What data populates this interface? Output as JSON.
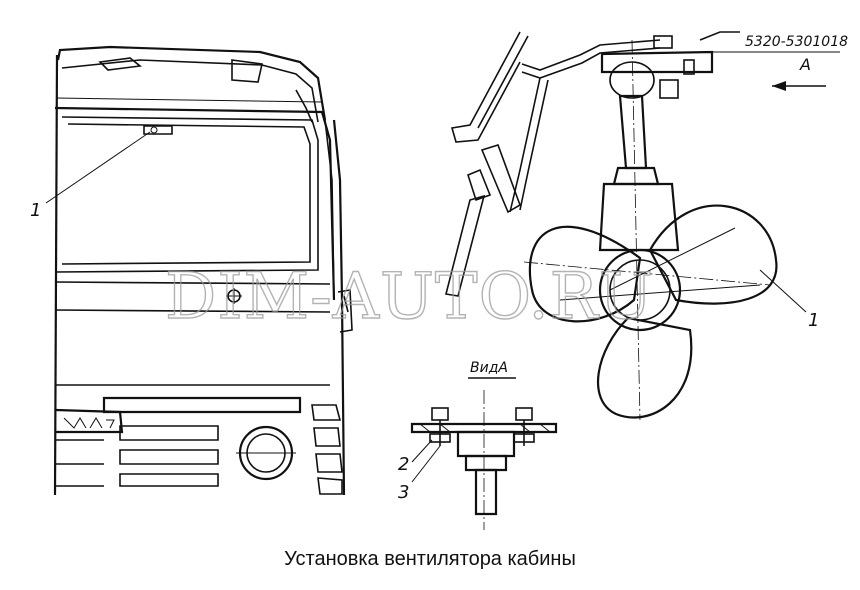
{
  "caption": "Установка вентилятора кабины",
  "part_number": "5320-5301018",
  "view_arrow_label": "А",
  "view_label": "ВидА",
  "watermark": "DIM-AUTO.RU",
  "callouts": {
    "windshield_fan": "1",
    "fan": "1",
    "view_item_2": "2",
    "view_item_3": "3"
  }
}
